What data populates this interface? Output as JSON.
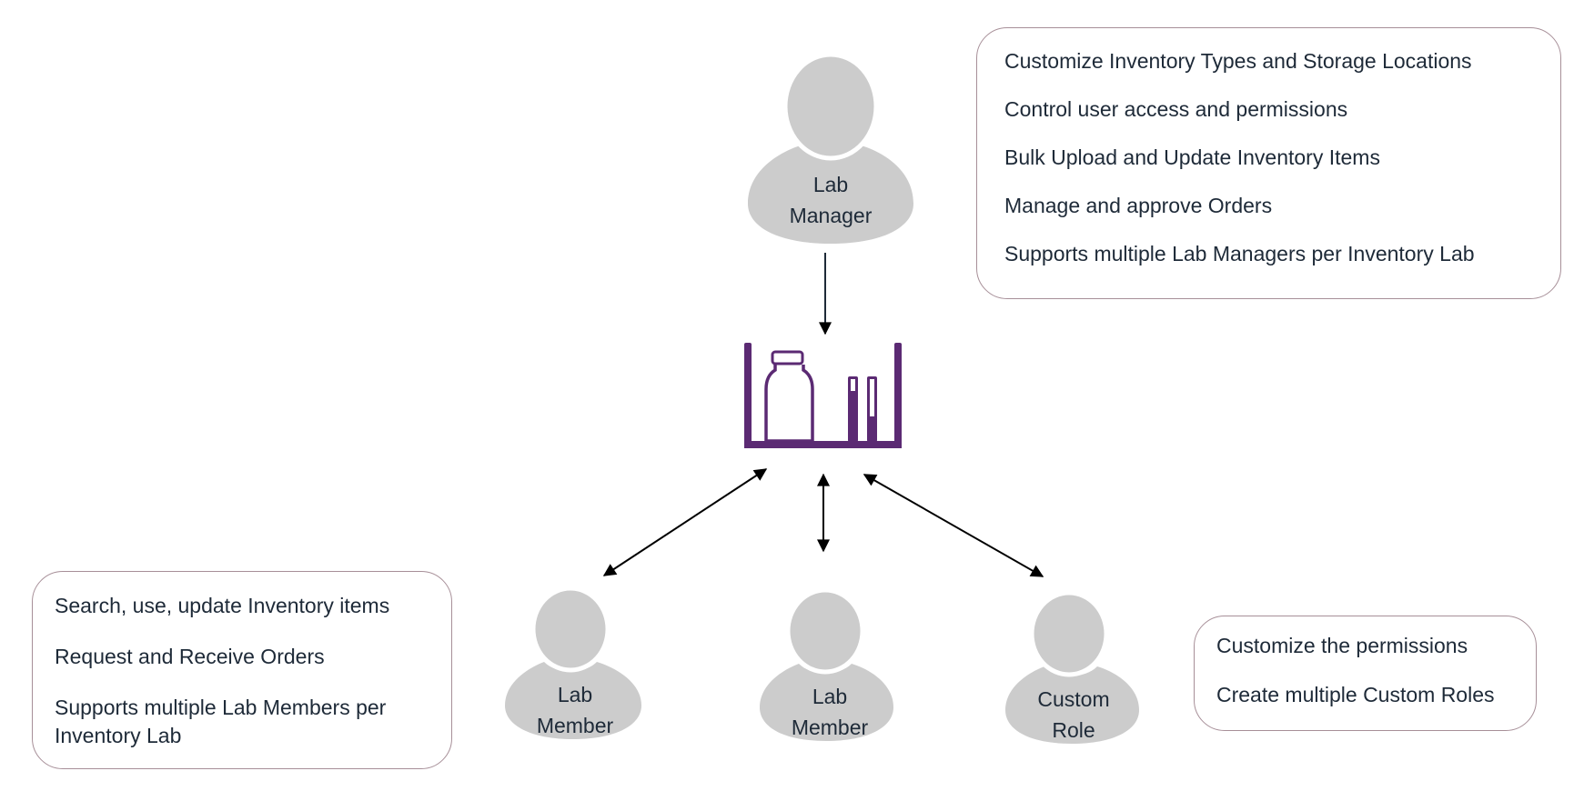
{
  "colors": {
    "person_fill": "#cccccc",
    "inventory_icon": "#5b2a73",
    "arrow": "#1e2a38",
    "box_border": "#a78f98",
    "text": "#1e2a38"
  },
  "roles": {
    "lab_manager": {
      "line1": "Lab",
      "line2": "Manager"
    },
    "lab_member_1": {
      "line1": "Lab",
      "line2": "Member"
    },
    "lab_member_2": {
      "line1": "Lab",
      "line2": "Member"
    },
    "custom_role": {
      "line1": "Custom",
      "line2": "Role"
    }
  },
  "center_icon": {
    "name": "inventory-shelf-icon"
  },
  "connections": [
    {
      "from": "lab_manager",
      "to": "inventory",
      "direction": "one-way"
    },
    {
      "from": "lab_member_1",
      "to": "inventory",
      "direction": "two-way"
    },
    {
      "from": "lab_member_2",
      "to": "inventory",
      "direction": "two-way"
    },
    {
      "from": "custom_role",
      "to": "inventory",
      "direction": "two-way"
    }
  ],
  "manager_features": [
    "Customize Inventory Types and Storage Locations",
    "Control user access and permissions",
    "Bulk Upload and Update Inventory Items",
    "Manage and approve Orders",
    "Supports multiple Lab Managers per Inventory Lab"
  ],
  "member_features": [
    "Search, use, update Inventory items",
    "Request and Receive Orders",
    "Supports multiple Lab Members per Inventory Lab"
  ],
  "custom_role_features": [
    "Customize the permissions",
    "Create multiple Custom Roles"
  ]
}
